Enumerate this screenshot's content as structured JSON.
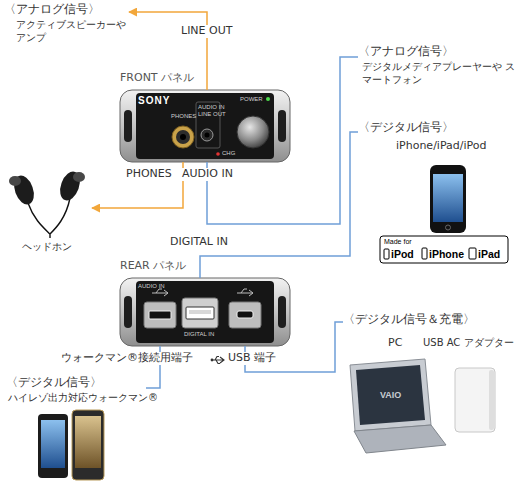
{
  "diagram": {
    "nodes": [
      {
        "text": [
          "〈アナログ信号〉",
          "アクティブスピーカーや アンプ"
        ]
      },
      {
        "text": [
          "FRONT パネル"
        ]
      },
      {
        "text": [
          "〈アナログ信号〉",
          "デジタルメディアプレーヤーや スマートフォン"
        ]
      },
      {
        "text": [
          "〈デジタル信号〉",
          "iPhone/iPad/iPod"
        ]
      },
      {
        "text": [
          "ヘッドホン"
        ]
      },
      {
        "text": [
          "REAR パネル"
        ]
      },
      {
        "text": [
          "〈デジタル信号＆充電〉",
          "PC",
          "USB AC アダプター"
        ]
      },
      {
        "text": [
          "〈デジタル信号〉",
          "ハイレゾ出力対応ウォークマン®"
        ]
      }
    ],
    "edges": [
      {
        "from": 1,
        "to": 0,
        "arrow": "to",
        "label": "LINE OUT"
      },
      {
        "from": 1,
        "to": 4,
        "arrow": "to",
        "label": "PHONES"
      },
      {
        "from": 1,
        "to": 2,
        "arrow": "none",
        "label": "AUDIO IN"
      },
      {
        "from": 5,
        "to": 3,
        "arrow": "none",
        "label": "DIGITAL IN"
      },
      {
        "from": 5,
        "to": 7,
        "arrow": "none",
        "label": "ウォークマン®接続用端子"
      },
      {
        "from": 5,
        "to": 6,
        "arrow": "none",
        "label": "USB 端子"
      }
    ],
    "labels": [
      "SONY",
      "POWER",
      "PHONES",
      "AUDIO IN",
      "LINE OUT",
      "CHG",
      "Made for",
      "iPod",
      "iPhone",
      "iPad",
      "AUDIO IN",
      "DIGITAL IN",
      "VAIO"
    ]
  }
}
